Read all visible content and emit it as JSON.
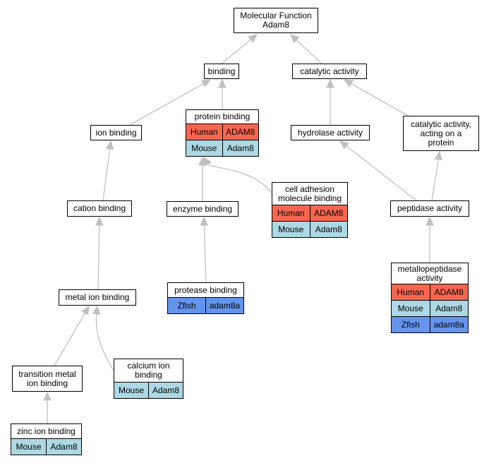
{
  "colors": {
    "Human": "#f96650",
    "Mouse": "#add8e6",
    "Zfish": "#6495ed",
    "edge": "#c0c0c0"
  },
  "nodes": {
    "root": {
      "lines": [
        "Molecular Function",
        "Adam8"
      ],
      "rows": []
    },
    "binding": {
      "lines": [
        "binding"
      ],
      "rows": []
    },
    "catalytic": {
      "lines": [
        "catalytic activity"
      ],
      "rows": []
    },
    "ion_binding": {
      "lines": [
        "ion binding"
      ],
      "rows": []
    },
    "protein_binding": {
      "lines": [
        "protein binding"
      ],
      "rows": [
        {
          "species": "Human",
          "gene": "ADAM8"
        },
        {
          "species": "Mouse",
          "gene": "Adam8"
        }
      ]
    },
    "hydrolase": {
      "lines": [
        "hydrolase activity"
      ],
      "rows": []
    },
    "catalytic_protein": {
      "lines": [
        "catalytic activity,",
        "acting on a",
        "protein"
      ],
      "rows": []
    },
    "cation_binding": {
      "lines": [
        "cation binding"
      ],
      "rows": []
    },
    "enzyme_binding": {
      "lines": [
        "enzyme binding"
      ],
      "rows": []
    },
    "cell_adhesion": {
      "lines": [
        "cell adhesion",
        "molecule binding"
      ],
      "rows": [
        {
          "species": "Human",
          "gene": "ADAM8"
        },
        {
          "species": "Mouse",
          "gene": "Adam8"
        }
      ]
    },
    "peptidase": {
      "lines": [
        "peptidase activity"
      ],
      "rows": []
    },
    "metallopeptidase": {
      "lines": [
        "metallopeptidase",
        "activity"
      ],
      "rows": [
        {
          "species": "Human",
          "gene": "ADAM8"
        },
        {
          "species": "Mouse",
          "gene": "Adam8"
        },
        {
          "species": "Zfish",
          "gene": "adam8a"
        }
      ]
    },
    "protease_binding": {
      "lines": [
        "protease binding"
      ],
      "rows": [
        {
          "species": "Zfish",
          "gene": "adam8a"
        }
      ]
    },
    "metal_ion_binding": {
      "lines": [
        "metal ion binding"
      ],
      "rows": []
    },
    "calcium_ion_binding": {
      "lines": [
        "calcium ion",
        "binding"
      ],
      "rows": [
        {
          "species": "Mouse",
          "gene": "Adam8"
        }
      ]
    },
    "transition_metal": {
      "lines": [
        "transition metal",
        "ion binding"
      ],
      "rows": []
    },
    "zinc_ion_binding": {
      "lines": [
        "zinc ion binding"
      ],
      "rows": [
        {
          "species": "Mouse",
          "gene": "Adam8"
        }
      ]
    }
  },
  "edges": [
    {
      "from": "binding",
      "to": "root"
    },
    {
      "from": "catalytic",
      "to": "root"
    },
    {
      "from": "ion_binding",
      "to": "binding"
    },
    {
      "from": "protein_binding",
      "to": "binding"
    },
    {
      "from": "hydrolase",
      "to": "catalytic"
    },
    {
      "from": "catalytic_protein",
      "to": "catalytic"
    },
    {
      "from": "cation_binding",
      "to": "ion_binding"
    },
    {
      "from": "enzyme_binding",
      "to": "protein_binding"
    },
    {
      "from": "cell_adhesion",
      "to": "protein_binding"
    },
    {
      "from": "peptidase",
      "to": "hydrolase"
    },
    {
      "from": "peptidase",
      "to": "catalytic_protein"
    },
    {
      "from": "metallopeptidase",
      "to": "peptidase"
    },
    {
      "from": "protease_binding",
      "to": "enzyme_binding"
    },
    {
      "from": "metal_ion_binding",
      "to": "cation_binding"
    },
    {
      "from": "transition_metal",
      "to": "metal_ion_binding"
    },
    {
      "from": "calcium_ion_binding",
      "to": "metal_ion_binding"
    },
    {
      "from": "zinc_ion_binding",
      "to": "transition_metal"
    }
  ]
}
